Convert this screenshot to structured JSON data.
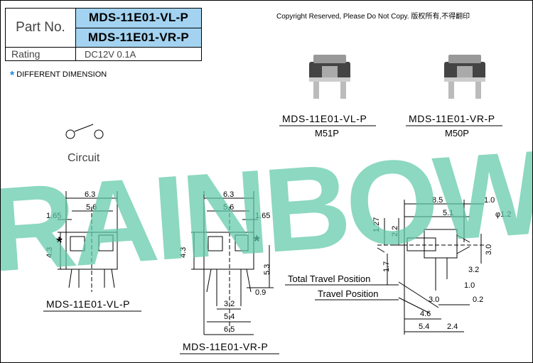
{
  "spec_table": {
    "part_no_label": "Part No.",
    "part_numbers": [
      "MDS-11E01-VL-P",
      "MDS-11E01-VR-P"
    ],
    "rating_label": "Rating",
    "rating_value": "DC12V 0.1A"
  },
  "copyright": "Copyright Reserved, Please Do Not Copy. 版权所有,不得翻印",
  "legend": {
    "mark": "*",
    "text": "DIFFERENT DIMENSION"
  },
  "products": [
    {
      "model": "MDS-11E01-VL-P",
      "code": "M51P"
    },
    {
      "model": "MDS-11E01-VR-P",
      "code": "M50P"
    }
  ],
  "circuit_label": "Circuit",
  "watermark": "RAINBOW",
  "left_view": {
    "caption": "MDS-11E01-VL-P",
    "dims": {
      "w_total": "6.3",
      "w_pitch": "5.6",
      "offset": "1.65",
      "height": "4.3"
    }
  },
  "middle_view": {
    "caption": "MDS-11E01-VR-P",
    "dims": {
      "w_total": "6.3",
      "w_pitch": "5.6",
      "offset": "1.65",
      "height": "4.3",
      "leg": "5.3",
      "gap": "0.9",
      "inner": "3.2",
      "pitch": "5.4",
      "overall": "6.5"
    }
  },
  "side_view": {
    "dims": {
      "len_total": "8.5",
      "tip": "1.0",
      "len_body": "5.1",
      "hole": "φ1.2",
      "h1": "1.27",
      "h2": "2.2",
      "h3": "3.0",
      "low": "1.7",
      "d1": "3.2",
      "d2": "1.0",
      "d3": "3.0",
      "d4": "0.2",
      "d5": "4.6",
      "d6": "5.4",
      "d7": "2.4"
    },
    "total_travel_label": "Total Travel Position",
    "travel_label": "Travel Position"
  }
}
